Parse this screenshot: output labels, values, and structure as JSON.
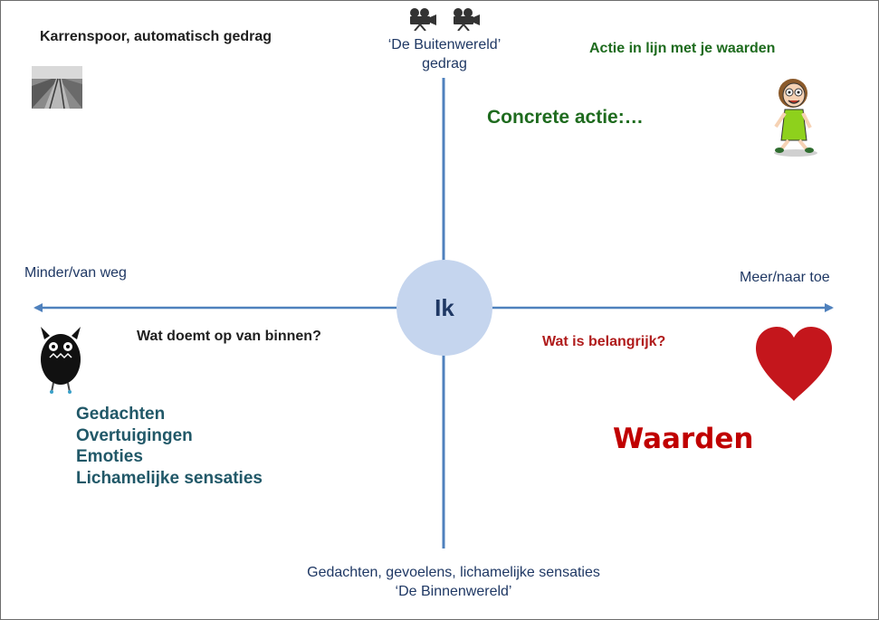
{
  "diagram": {
    "top_left": {
      "title": "Karrenspoor, automatisch gedrag"
    },
    "top": {
      "line1": "‘De Buitenwereld’",
      "line2": "gedrag"
    },
    "top_right": {
      "title": "Actie in lijn met je waarden",
      "action": "Concrete actie:…"
    },
    "left": {
      "axis_label": "Minder/van weg",
      "question": "Wat doemt op van binnen?"
    },
    "right": {
      "axis_label": "Meer/naar toe",
      "question": "Wat is belangrijk?"
    },
    "center": {
      "label": "Ik"
    },
    "inner_list": [
      "Gedachten",
      "Overtuigingen",
      "Emoties",
      "Lichamelijke sensaties"
    ],
    "values_label": "Waarden",
    "bottom": {
      "line1": "Gedachten, gevoelens, lichamelijke sensaties",
      "line2": "‘De Binnenwereld’"
    }
  },
  "colors": {
    "axis": "#4f81bd",
    "circle": "#c5d5ee",
    "navy": "#1f3864",
    "green": "#1e6b1e",
    "teal": "#215868",
    "red": "#c00000",
    "heart": "#c4161c"
  },
  "icons": {
    "top_left": "railway-track-photo",
    "top": "film-camera-icon",
    "top_right": "walking-woman-cartoon",
    "left": "black-monster-cartoon",
    "right": "heart-icon"
  }
}
